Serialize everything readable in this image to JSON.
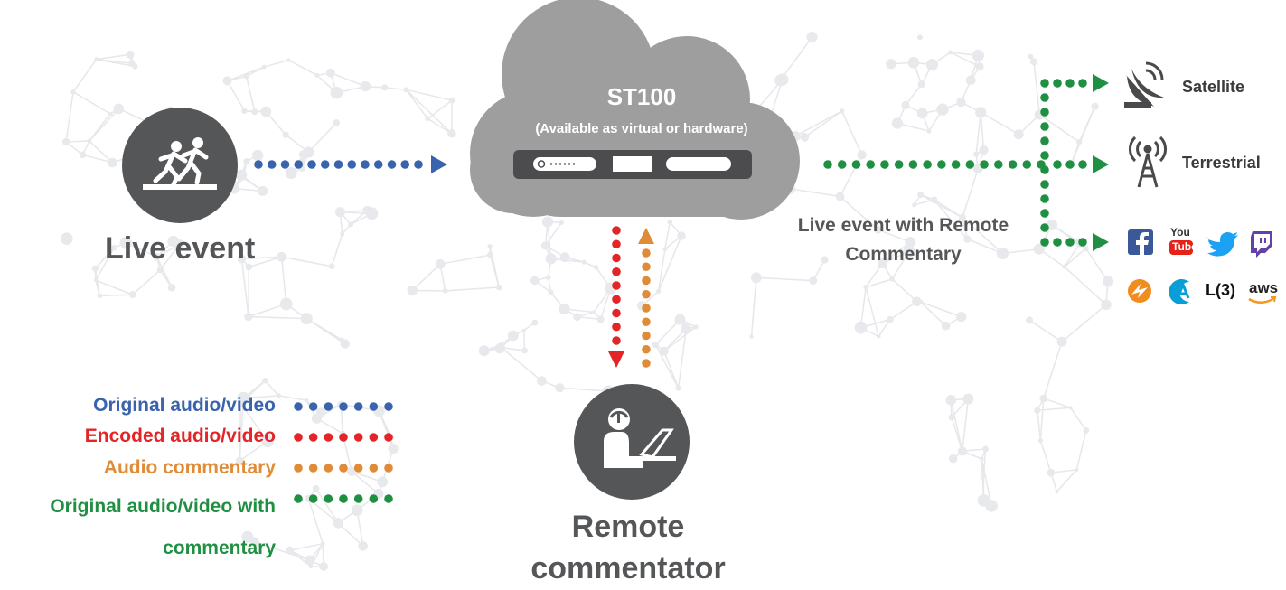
{
  "cloud": {
    "title": "ST100",
    "subtitle": "(Available as virtual or hardware)"
  },
  "nodes": {
    "live_event": "Live event",
    "remote_commentator": "Remote commentator"
  },
  "output_label": "Live event with Remote Commentary",
  "destinations": {
    "satellite": "Satellite",
    "terrestrial": "Terrestrial"
  },
  "social_logos": [
    "facebook-icon",
    "youtube-icon",
    "twitter-icon",
    "twitch-icon"
  ],
  "cdn_logos": [
    "limelight-icon",
    "akamai-icon",
    "level3-icon",
    "aws-icon"
  ],
  "logo_text": {
    "youtube_top": "You",
    "youtube_bottom": "Tube",
    "level3": "L(3)",
    "aws": "aws"
  },
  "legend": [
    {
      "label": "Original audio/video",
      "color": "#3a63ad"
    },
    {
      "label": "Encoded audio/video",
      "color": "#e42527"
    },
    {
      "label": "Audio commentary",
      "color": "#e08b37"
    },
    {
      "label": "Original audio/video with commentary",
      "color": "#1f8f42"
    }
  ],
  "colors": {
    "original": "#3a63ad",
    "encoded": "#e42527",
    "commentary": "#e08b37",
    "combined": "#1f8f42",
    "cloud": "#9e9e9e",
    "circle": "#555658"
  }
}
